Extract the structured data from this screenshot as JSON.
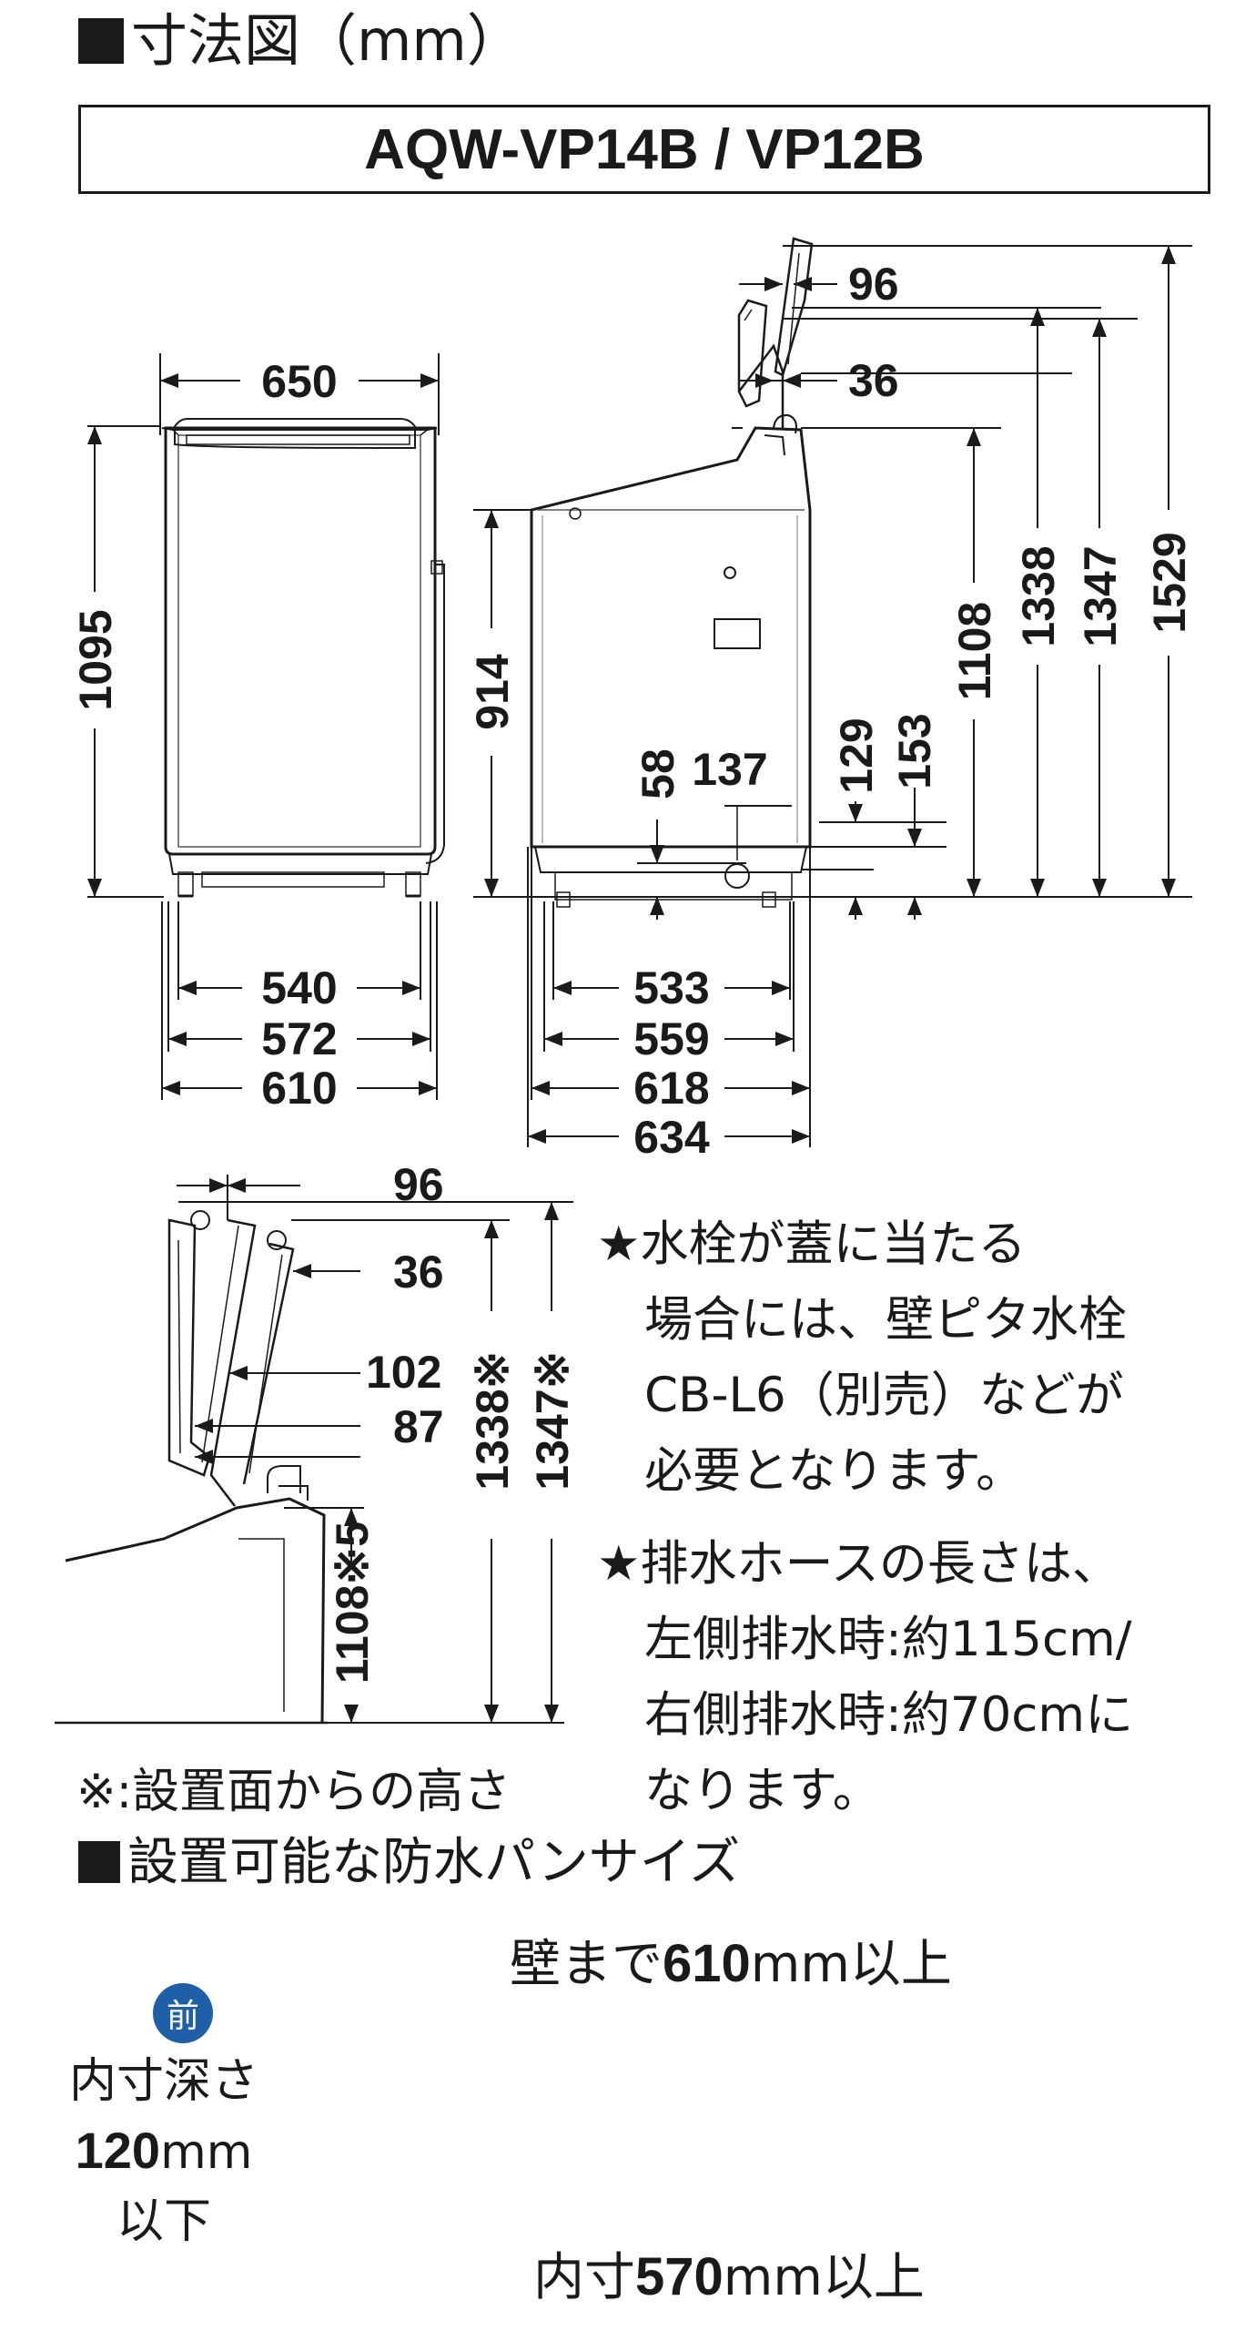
{
  "header": {
    "title": "寸法図（mm）",
    "model": "AQW-VP14B / VP12B"
  },
  "front_view": {
    "width_top": "650",
    "height": "1095",
    "w540": "540",
    "w572": "572",
    "w610": "610"
  },
  "side_view": {
    "height_body": "914",
    "lid_96": "96",
    "lid_36": "36",
    "h1108": "1108",
    "h1338": "1338",
    "h1347": "1347",
    "h1529": "1529",
    "h129": "129",
    "h153": "153",
    "d58": "58",
    "d137": "137",
    "d533": "533",
    "d559": "559",
    "d618": "618",
    "d634": "634"
  },
  "detail_view": {
    "d96": "96",
    "d36": "36",
    "d102": "102",
    "d87": "87",
    "h1108": "1108※5",
    "h1338": "1338※",
    "h1347": "1347※"
  },
  "notes": {
    "faucet": [
      "★水栓が蓋に当たる",
      "場合には、壁ピタ水栓",
      "CB-L6（別売）などが",
      "必要となります。"
    ],
    "hose": [
      "★排水ホースの長さは、",
      "左側排水時:約115cm/",
      "右側排水時:約70cmに",
      "なります。"
    ],
    "footnote": "※:設置面からの高さ"
  },
  "pan": {
    "title": "設置可能な防水パンサイズ",
    "wall_pre": "壁まで",
    "wall_num": "610",
    "wall_post": "mm以上",
    "inner_pre": "内寸",
    "inner_num": "570",
    "inner_post": "mm以上",
    "front_badge": "前",
    "depth_line1": "内寸深さ",
    "depth_num": "120",
    "depth_unit": "mm",
    "depth_line3": "以下",
    "badge_color": "#1f5fa8"
  }
}
